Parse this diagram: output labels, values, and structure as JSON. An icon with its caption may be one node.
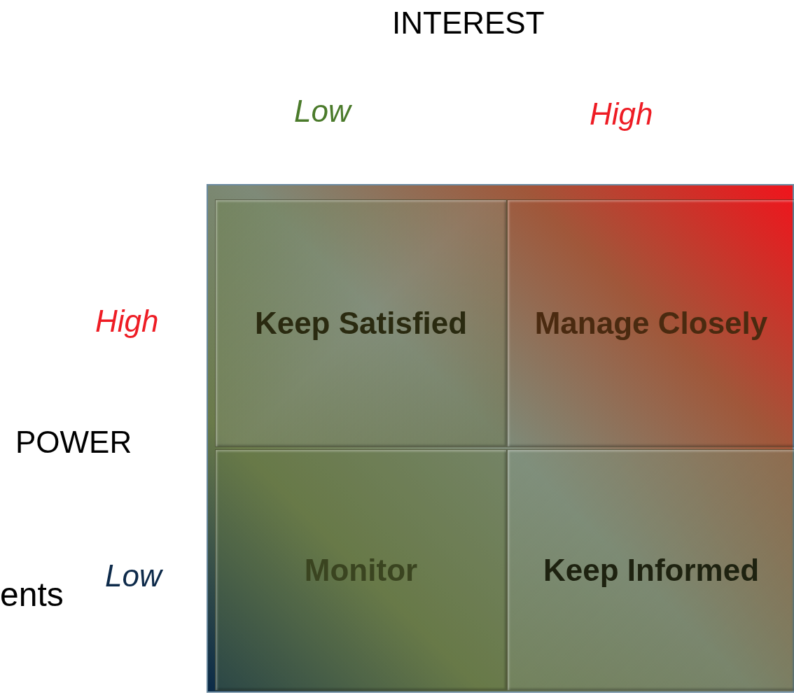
{
  "diagram": {
    "nodes": [
      {
        "text": [],
        "shape": "box"
      },
      {
        "text": [
          "Keep Satisfied"
        ],
        "in": 0
      },
      {
        "text": [
          "Manage Closely"
        ],
        "in": 0
      },
      {
        "text": [
          "Monitor"
        ],
        "in": 0
      },
      {
        "text": [
          "Keep Informed"
        ],
        "in": 0
      }
    ],
    "edges": [],
    "labels": [
      "INTEREST",
      "Low",
      "High",
      "High",
      "POWER",
      "Low",
      "ents"
    ]
  }
}
